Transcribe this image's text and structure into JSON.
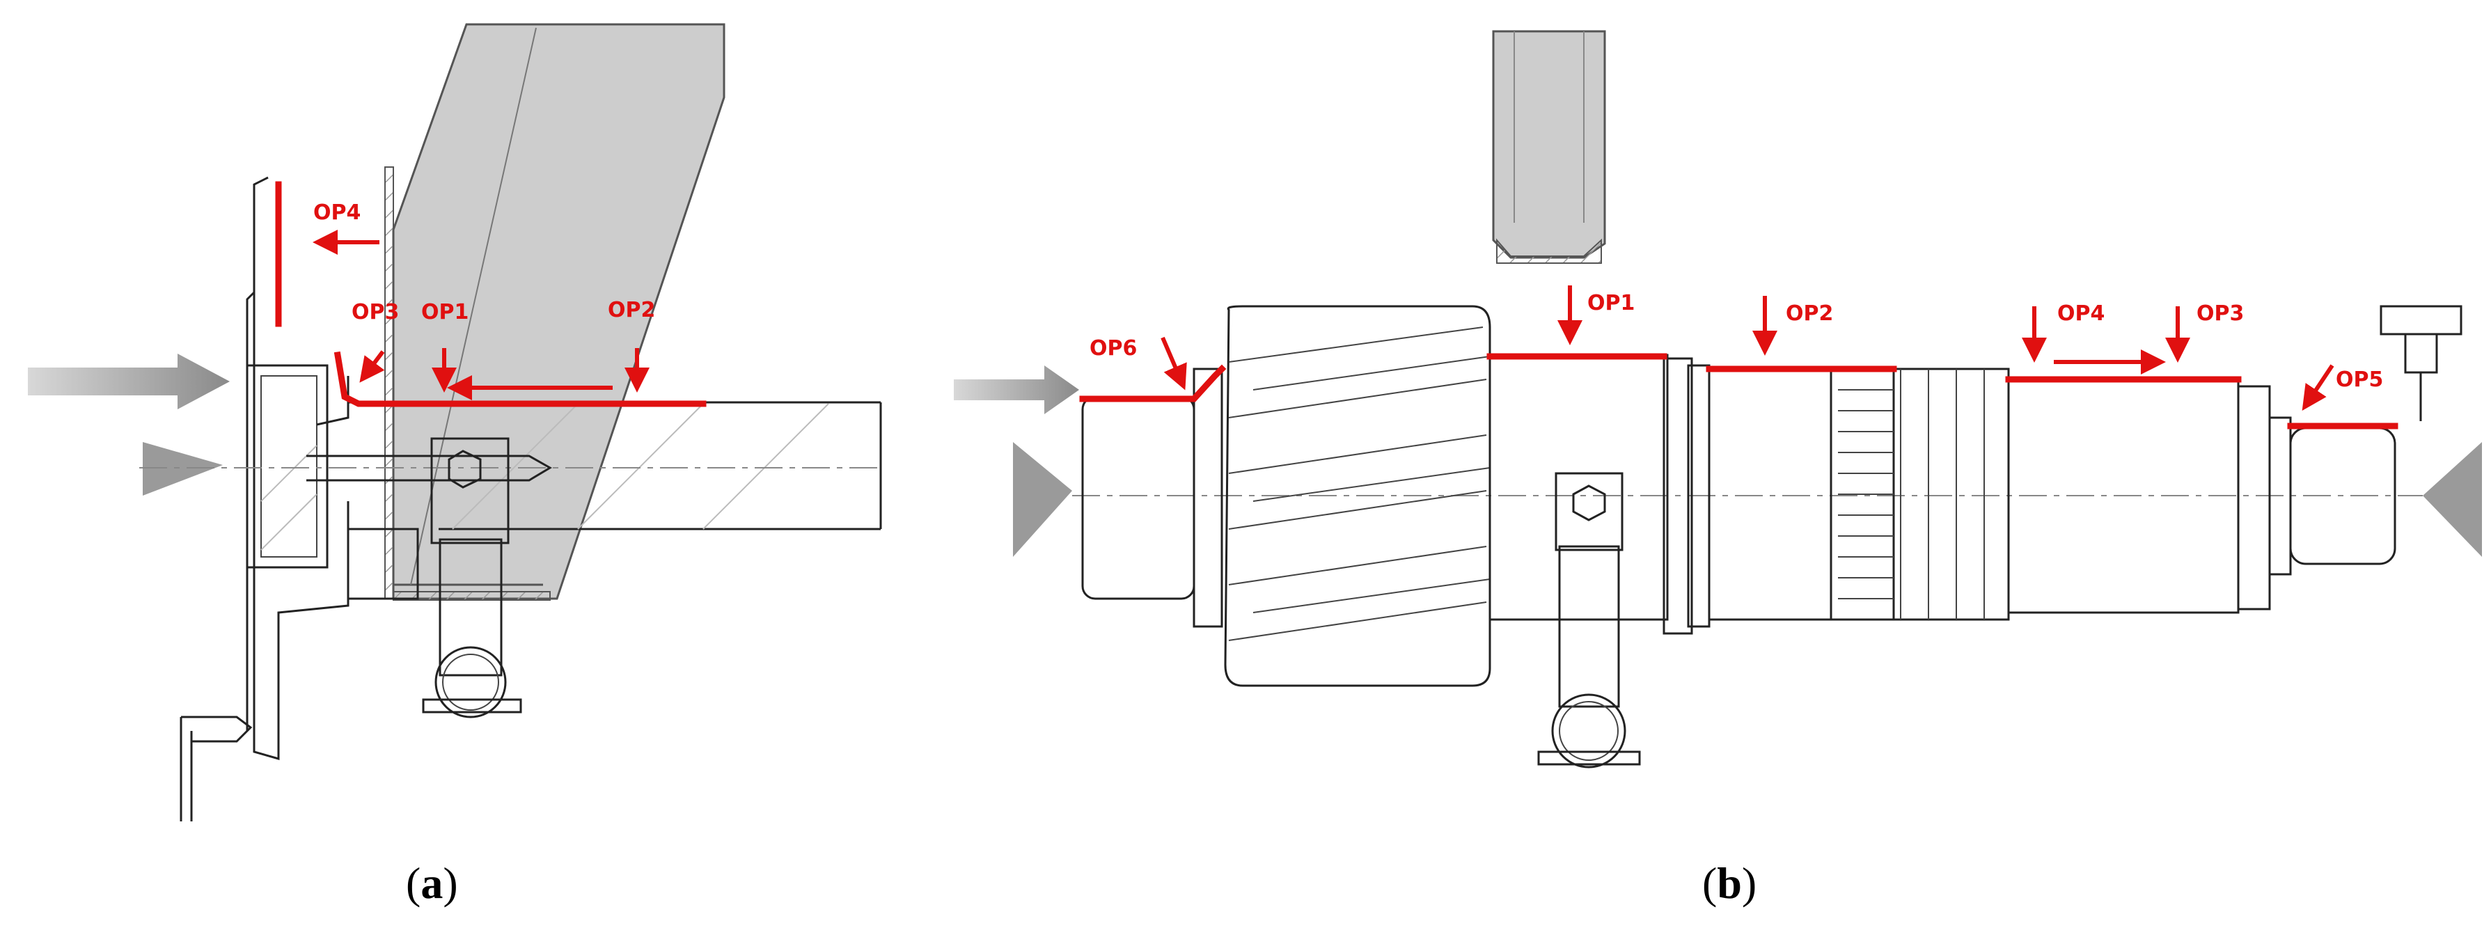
{
  "panel_a": {
    "caption": "a",
    "operations": [
      "OP4",
      "OP3",
      "OP1",
      "OP2"
    ]
  },
  "panel_b": {
    "caption": "b",
    "operations": [
      "OP6",
      "OP1",
      "OP2",
      "OP4",
      "OP3",
      "OP5"
    ]
  },
  "colors": {
    "operation_red": "#e01010",
    "tool_gray": "#cccccc",
    "feed_arrow_gray": "#a0a0a0"
  }
}
